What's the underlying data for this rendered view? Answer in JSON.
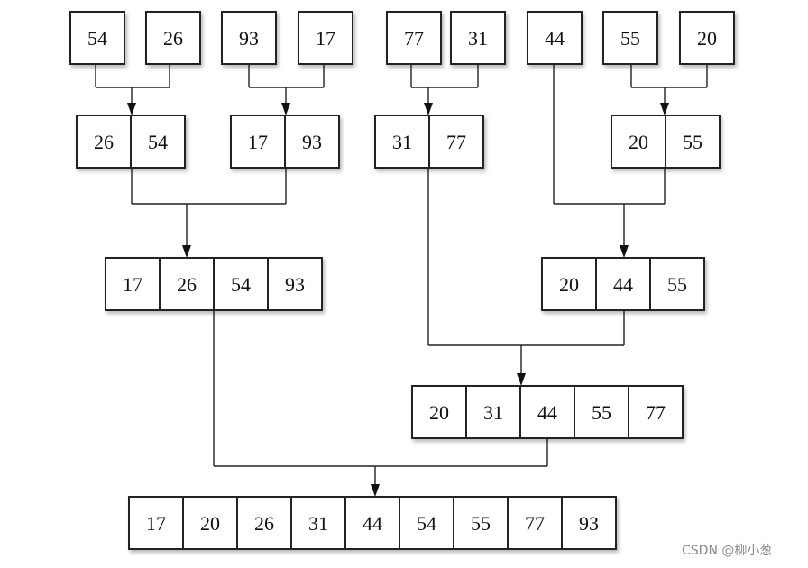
{
  "diagram": {
    "rows": [
      {
        "id": "level-0",
        "groups": [
          {
            "id": "a1",
            "values": [
              "54"
            ]
          },
          {
            "id": "a2",
            "values": [
              "26"
            ]
          },
          {
            "id": "a3",
            "values": [
              "93"
            ]
          },
          {
            "id": "a4",
            "values": [
              "17"
            ]
          },
          {
            "id": "a5",
            "values": [
              "77"
            ]
          },
          {
            "id": "a6",
            "values": [
              "31"
            ]
          },
          {
            "id": "a7",
            "values": [
              "44"
            ]
          },
          {
            "id": "a8",
            "values": [
              "55"
            ]
          },
          {
            "id": "a9",
            "values": [
              "20"
            ]
          }
        ]
      },
      {
        "id": "level-1",
        "groups": [
          {
            "id": "b1",
            "values": [
              "26",
              "54"
            ]
          },
          {
            "id": "b2",
            "values": [
              "17",
              "93"
            ]
          },
          {
            "id": "b3",
            "values": [
              "31",
              "77"
            ]
          },
          {
            "id": "b4",
            "values": [
              "20",
              "55"
            ]
          }
        ]
      },
      {
        "id": "level-2",
        "groups": [
          {
            "id": "c1",
            "values": [
              "17",
              "26",
              "54",
              "93"
            ]
          },
          {
            "id": "c2",
            "values": [
              "20",
              "44",
              "55"
            ]
          }
        ]
      },
      {
        "id": "level-3",
        "groups": [
          {
            "id": "d1",
            "values": [
              "20",
              "31",
              "44",
              "55",
              "77"
            ]
          }
        ]
      },
      {
        "id": "level-4",
        "groups": [
          {
            "id": "e1",
            "values": [
              "17",
              "20",
              "26",
              "31",
              "44",
              "54",
              "55",
              "77",
              "93"
            ]
          }
        ]
      }
    ],
    "merges": [
      {
        "from": [
          "a1",
          "a2"
        ],
        "to": "b1"
      },
      {
        "from": [
          "a3",
          "a4"
        ],
        "to": "b2"
      },
      {
        "from": [
          "a5",
          "a6"
        ],
        "to": "b3"
      },
      {
        "from": [
          "a8",
          "a9"
        ],
        "to": "b4"
      },
      {
        "from": [
          "b1",
          "b2"
        ],
        "to": "c1"
      },
      {
        "from": [
          "a7",
          "b4"
        ],
        "to": "c2"
      },
      {
        "from": [
          "b3",
          "c2"
        ],
        "to": "d1"
      },
      {
        "from": [
          "c1",
          "d1"
        ],
        "to": "e1"
      }
    ]
  },
  "watermark": "CSDN @柳小葱"
}
